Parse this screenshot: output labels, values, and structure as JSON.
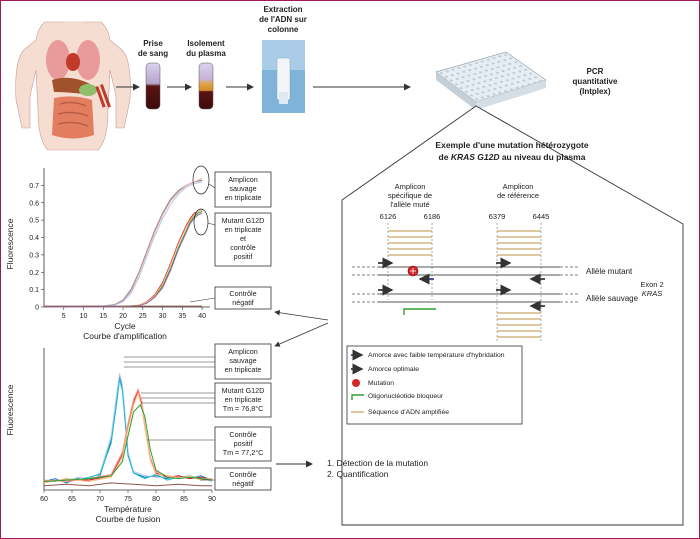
{
  "workflow": {
    "step1": [
      "Prise",
      "de sang"
    ],
    "step2": [
      "Isolement",
      "du plasma"
    ],
    "step3": [
      "Extraction",
      "de l'ADN sur",
      "colonne"
    ],
    "step4": [
      "PCR",
      "quantitative",
      "(Intplex)"
    ]
  },
  "mutation_panel": {
    "title_line1": "Exemple d'une mutation hétérozygote",
    "title_prefix": "de ",
    "title_gene": "KRAS G12D",
    "title_suffix": " au niveau du plasma",
    "amplicon_specific": [
      "Amplicon",
      "spécifique de",
      "l'allèle muté"
    ],
    "amplicon_reference": [
      "Amplicon",
      "de référence"
    ],
    "positions": [
      "6126",
      "6186",
      "6379",
      "6445"
    ],
    "allele_mutant": "Allèle mutant",
    "allele_wild": "Allèle sauvage",
    "exon": "Exon 2",
    "exon_gene": "KRAS"
  },
  "legend": {
    "items": [
      "Amorce avec faible température d'hybridation",
      "Amorce optimale",
      "Mutation",
      "Oligonucléotide bloqueur",
      "Séquence d'ADN amplifiée"
    ],
    "colors": {
      "low_temp_primer": "#1f2aa8",
      "primer": "#222222",
      "mutation": "#d62728",
      "blocker": "#2ca02c",
      "amplified": "#c9a76b"
    }
  },
  "amplification_callouts": {
    "wild": [
      "Amplicon",
      "sauvage",
      "en triplicate"
    ],
    "mutant": [
      "Mutant G12D",
      "en triplicate",
      "et",
      "contrôle",
      "positif"
    ],
    "negative": [
      "Contrôle",
      "négatif"
    ]
  },
  "melting_callouts": {
    "wild": [
      "Amplicon",
      "sauvage",
      "en triplicate"
    ],
    "mutant": [
      "Mutant G12D",
      "en triplicate",
      "Tm = 76,8°C"
    ],
    "positive": [
      "Contrôle",
      "positif",
      "Tm = 77,2°C"
    ],
    "negative": [
      "Contrôle",
      "négatif"
    ]
  },
  "results": [
    "1. Détection de la mutation",
    "2. Quantification"
  ],
  "chart_data": [
    {
      "type": "line",
      "ylabel": "Fluorescence",
      "xlabel": "Cycle",
      "caption": "Courbe d'amplification",
      "xlim": [
        0,
        42
      ],
      "ylim": [
        0,
        0.8
      ],
      "xticks": [
        5,
        10,
        15,
        20,
        25,
        30,
        35,
        40
      ],
      "yticks": [
        0,
        0.1,
        0.2,
        0.3,
        0.4,
        0.5,
        0.6,
        0.7
      ],
      "series": [
        {
          "color": "#7f7f7f",
          "x": [
            0,
            15,
            18,
            20,
            22,
            24,
            26,
            28,
            30,
            32,
            34,
            36,
            38,
            40
          ],
          "y": [
            0,
            0.005,
            0.015,
            0.04,
            0.1,
            0.2,
            0.32,
            0.44,
            0.54,
            0.62,
            0.67,
            0.7,
            0.72,
            0.73
          ]
        },
        {
          "color": "#f4a6a6",
          "x": [
            0,
            15,
            18,
            20,
            22,
            24,
            26,
            28,
            30,
            32,
            34,
            36,
            38,
            40
          ],
          "y": [
            0,
            0.005,
            0.012,
            0.035,
            0.09,
            0.19,
            0.31,
            0.43,
            0.53,
            0.61,
            0.66,
            0.7,
            0.72,
            0.74
          ]
        },
        {
          "color": "#aec7e8",
          "x": [
            0,
            15,
            18,
            20,
            22,
            24,
            26,
            28,
            30,
            32,
            34,
            36,
            38,
            40
          ],
          "y": [
            0,
            0.005,
            0.012,
            0.03,
            0.08,
            0.17,
            0.29,
            0.41,
            0.51,
            0.59,
            0.65,
            0.69,
            0.71,
            0.72
          ]
        },
        {
          "color": "#d62728",
          "x": [
            0,
            20,
            24,
            26,
            28,
            30,
            32,
            34,
            36,
            37,
            38,
            39,
            40
          ],
          "y": [
            0,
            0.002,
            0.01,
            0.03,
            0.07,
            0.14,
            0.25,
            0.37,
            0.47,
            0.51,
            0.54,
            0.55,
            0.56
          ]
        },
        {
          "color": "#2ca02c",
          "x": [
            0,
            20,
            24,
            26,
            28,
            30,
            32,
            34,
            36,
            37,
            38,
            39,
            40
          ],
          "y": [
            0,
            0.002,
            0.008,
            0.025,
            0.06,
            0.12,
            0.22,
            0.34,
            0.44,
            0.49,
            0.52,
            0.54,
            0.55
          ]
        },
        {
          "color": "#ffbb78",
          "x": [
            0,
            20,
            24,
            26,
            28,
            30,
            32,
            34,
            36,
            37,
            38,
            39,
            40
          ],
          "y": [
            0,
            0.002,
            0.009,
            0.028,
            0.065,
            0.13,
            0.24,
            0.36,
            0.46,
            0.5,
            0.53,
            0.55,
            0.56
          ]
        },
        {
          "color": "#9467bd",
          "x": [
            0,
            20,
            24,
            26,
            28,
            30,
            32,
            34,
            36,
            37,
            38,
            39,
            40
          ],
          "y": [
            0,
            0.002,
            0.007,
            0.022,
            0.055,
            0.11,
            0.21,
            0.33,
            0.43,
            0.48,
            0.51,
            0.53,
            0.54
          ]
        },
        {
          "color": "#8c564b",
          "x": [
            0,
            40
          ],
          "y": [
            0.005,
            0.005
          ]
        }
      ]
    },
    {
      "type": "line",
      "ylabel": "Fluorescence",
      "xlabel": "Température",
      "caption": "Courbe de fusion",
      "xlim": [
        60,
        90
      ],
      "ylim": [
        0,
        1
      ],
      "xticks": [
        60,
        65,
        70,
        75,
        80,
        85,
        90
      ],
      "series": [
        {
          "color": "#1f77b4",
          "x": [
            60,
            62,
            64,
            66,
            68,
            70,
            72,
            73,
            73.5,
            74,
            74.5,
            75,
            76,
            78,
            80,
            82,
            84,
            86,
            88,
            90
          ],
          "y": [
            0.06,
            0.08,
            0.05,
            0.08,
            0.07,
            0.1,
            0.35,
            0.65,
            0.8,
            0.72,
            0.5,
            0.25,
            0.12,
            0.09,
            0.1,
            0.08,
            0.1,
            0.08,
            0.1,
            0.07
          ]
        },
        {
          "color": "#aec7e8",
          "x": [
            60,
            62,
            64,
            66,
            68,
            70,
            72,
            73,
            73.5,
            74,
            74.5,
            75,
            76,
            78,
            80,
            82,
            84,
            86,
            88,
            90
          ],
          "y": [
            0.05,
            0.07,
            0.06,
            0.09,
            0.08,
            0.12,
            0.38,
            0.68,
            0.82,
            0.74,
            0.52,
            0.27,
            0.13,
            0.1,
            0.09,
            0.09,
            0.08,
            0.09,
            0.09,
            0.06
          ]
        },
        {
          "color": "#17becf",
          "x": [
            60,
            62,
            64,
            66,
            68,
            70,
            72,
            73,
            73.5,
            74,
            74.5,
            75,
            76,
            78,
            80,
            82,
            84,
            86,
            88,
            90
          ],
          "y": [
            0.07,
            0.06,
            0.08,
            0.07,
            0.09,
            0.11,
            0.33,
            0.62,
            0.78,
            0.7,
            0.48,
            0.24,
            0.12,
            0.08,
            0.11,
            0.07,
            0.09,
            0.1,
            0.08,
            0.08
          ]
        },
        {
          "color": "#d62728",
          "x": [
            60,
            64,
            68,
            72,
            74,
            75,
            76,
            76.8,
            77.5,
            78,
            79,
            80,
            82,
            84,
            86,
            88,
            90
          ],
          "y": [
            0.06,
            0.07,
            0.07,
            0.1,
            0.25,
            0.45,
            0.62,
            0.7,
            0.6,
            0.45,
            0.22,
            0.12,
            0.09,
            0.1,
            0.08,
            0.09,
            0.07
          ]
        },
        {
          "color": "#ff9896",
          "x": [
            60,
            64,
            68,
            72,
            74,
            75,
            76,
            76.8,
            77.5,
            78,
            79,
            80,
            82,
            84,
            86,
            88,
            90
          ],
          "y": [
            0.07,
            0.06,
            0.08,
            0.11,
            0.27,
            0.47,
            0.64,
            0.71,
            0.62,
            0.46,
            0.23,
            0.13,
            0.1,
            0.09,
            0.09,
            0.08,
            0.08
          ]
        },
        {
          "color": "#ffbb78",
          "x": [
            60,
            64,
            68,
            72,
            74,
            75,
            76,
            76.8,
            77.5,
            78,
            79,
            80,
            82,
            84,
            86,
            88,
            90
          ],
          "y": [
            0.05,
            0.08,
            0.06,
            0.09,
            0.23,
            0.43,
            0.6,
            0.68,
            0.58,
            0.44,
            0.21,
            0.11,
            0.1,
            0.08,
            0.1,
            0.07,
            0.08
          ]
        },
        {
          "color": "#2ca02c",
          "x": [
            60,
            64,
            68,
            72,
            74,
            75,
            76,
            77.2,
            78,
            78.5,
            79,
            80,
            82,
            84,
            86,
            88,
            90
          ],
          "y": [
            0.06,
            0.07,
            0.08,
            0.1,
            0.2,
            0.38,
            0.55,
            0.6,
            0.52,
            0.4,
            0.28,
            0.14,
            0.09,
            0.08,
            0.09,
            0.08,
            0.07
          ]
        },
        {
          "color": "#8c564b",
          "x": [
            60,
            64,
            68,
            72,
            76,
            80,
            84,
            88,
            90
          ],
          "y": [
            0.03,
            0.04,
            0.03,
            0.05,
            0.04,
            0.03,
            0.04,
            0.03,
            0.03
          ]
        }
      ]
    }
  ]
}
